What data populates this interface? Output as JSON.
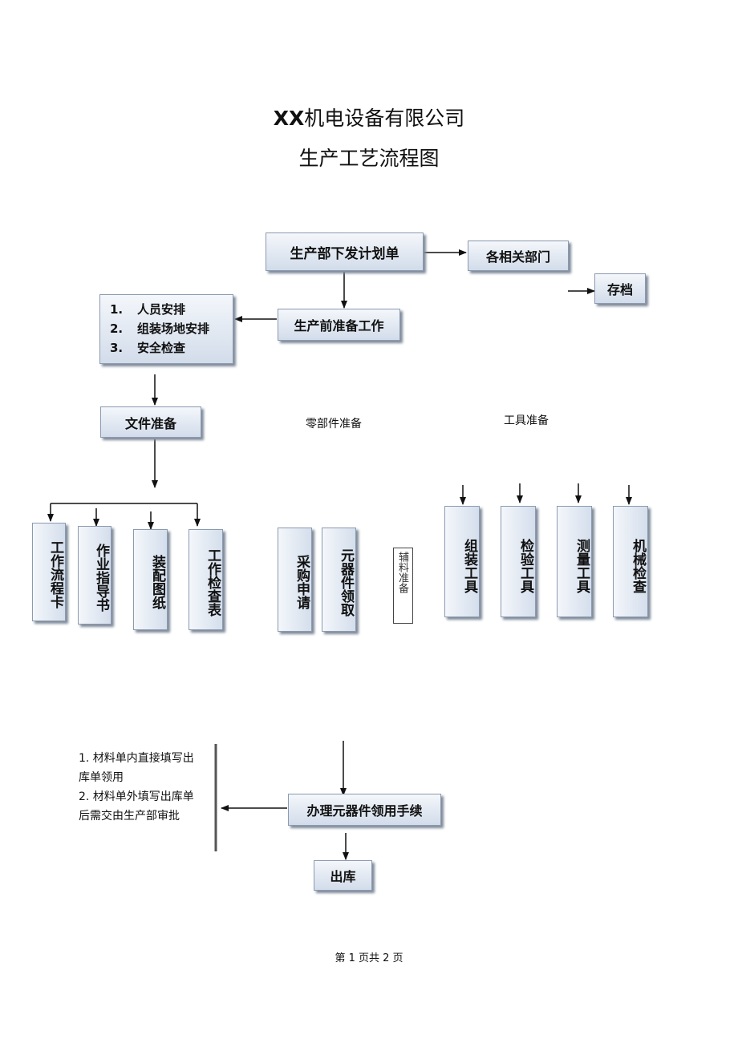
{
  "header": {
    "company_prefix": "XX",
    "company_rest": "机电设备有限公司",
    "title": "生产工艺流程图"
  },
  "nodes": {
    "plan": "生产部下发计划单",
    "departments": "各相关部门",
    "archive": "存档",
    "prep": "生产前准备工作",
    "prep_items": [
      {
        "num": "1.",
        "text": "人员安排"
      },
      {
        "num": "2.",
        "text": "组装场地安排"
      },
      {
        "num": "3.",
        "text": "安全检查"
      }
    ],
    "docs": "文件准备",
    "parts_label": "零部件准备",
    "tools_label": "工具准备",
    "doc_items": [
      "工作流程卡",
      "作业指导书",
      "装配图纸",
      "工作检查表"
    ],
    "part_items": [
      "采购申请",
      "元器件领取"
    ],
    "aux": "辅料准备",
    "tool_items": [
      "组装工具",
      "检验工具",
      "测量工具",
      "机械检查"
    ],
    "procedure": "办理元器件领用手续",
    "notes": [
      "1. 材料单内直接填写出",
      "库单领用",
      "2. 材料单外填写出库单",
      "后需交由生产部审批"
    ],
    "outbound": "出库"
  },
  "footer": {
    "text": "第 1 页共 2 页"
  }
}
